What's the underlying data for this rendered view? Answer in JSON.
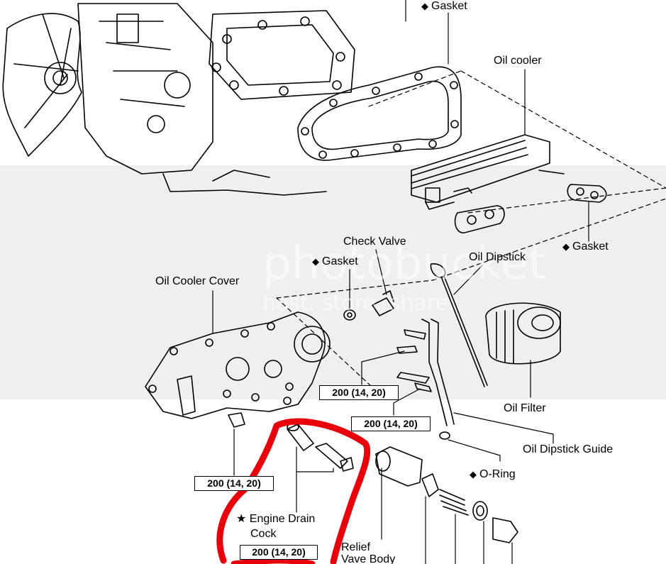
{
  "labels": {
    "gasket_top": "Gasket",
    "oil_cooler": "Oil cooler",
    "gasket_right": "Gasket",
    "check_valve": "Check Valve",
    "gasket_mid": "Gasket",
    "oil_dipstick": "Oil Dipstick",
    "oil_cooler_cover": "Oil Cooler Cover",
    "oil_filter": "Oil Filter",
    "oil_dipstick_guide": "Oil Dipstick Guide",
    "o_ring": "O-Ring",
    "engine_drain_cock_line1": "Engine Drain",
    "engine_drain_cock_line2": "Cock",
    "relief_valve_body_line1": "Relief",
    "relief_valve_body_line2": "Vave Body"
  },
  "symbols": {
    "diamond": "◆",
    "star": "★"
  },
  "torque_specs": {
    "spec_a": "200 (14, 20)",
    "spec_b": "200 (14, 20)",
    "spec_c": "200 (14, 20)",
    "spec_d": "200 (14, 20)"
  },
  "watermark": {
    "main": "photobucket",
    "sub": "host. store. share."
  },
  "colors": {
    "ink": "#000000",
    "highlight": "#e8000b",
    "paper": "#ffffff"
  }
}
